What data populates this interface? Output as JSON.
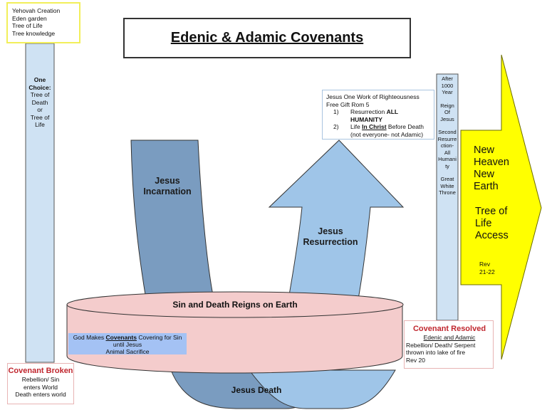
{
  "title": "Edenic & Adamic Covenants",
  "creation_box": {
    "lines": [
      "Yehovah Creation",
      "Eden garden",
      "Tree of Life",
      "Tree knowledge"
    ]
  },
  "left_pillar": {
    "bold_lines": [
      "One",
      "Choice:"
    ],
    "lines": [
      "Tree of",
      "Death",
      "or",
      "Tree of",
      "Life"
    ]
  },
  "covenant_broken": {
    "title": "Covenant Broken",
    "lines": [
      "Rebellion/ Sin",
      "enters World",
      "Death enters world"
    ]
  },
  "cylinder": {
    "label": "Sin and Death Reigns on Earth",
    "covenant_note": {
      "prefix": "God Makes ",
      "bold_underline": "Covenants",
      "suffix": " Covering for Sin",
      "line2": "until Jesus",
      "line3": "Animal Sacrifice"
    }
  },
  "incarnation": {
    "line1": "Jesus",
    "line2": "Incarnation"
  },
  "resurrection": {
    "line1": "Jesus",
    "line2": "Resurrection"
  },
  "death": {
    "label": "Jesus Death"
  },
  "gift_box": {
    "line1": "Jesus One Work of Righteousness",
    "line2": "Free Gift Rom 5",
    "items": [
      {
        "num": "1)",
        "text": "Resurrection ",
        "bold": "ALL",
        "line2": "HUMANITY"
      },
      {
        "num": "2)",
        "pre": "Life ",
        "bold_underline": "In Christ",
        "post": " Before Death",
        "line2": "(not everyone- not Adamic)"
      }
    ]
  },
  "right_pillar": {
    "groups": [
      [
        "After",
        "1000",
        "Year"
      ],
      [
        "Reign",
        "Of",
        "Jesus"
      ],
      [
        "Second",
        "Resurre",
        "ction-",
        "All",
        "Humani",
        "ty"
      ],
      [
        "Great",
        "White",
        "Throne"
      ]
    ]
  },
  "covenant_resolved": {
    "title": "Covenant Resolved",
    "subtitle": "Edenic and Adamic",
    "lines": [
      "Rebellion/ Death/ Serpent",
      "thrown into lake of fire",
      "Rev 20"
    ]
  },
  "yellow_arrow": {
    "group1": [
      "New",
      "Heaven",
      "New",
      "Earth"
    ],
    "group2": [
      "Tree of",
      "Life",
      "Access"
    ],
    "ref": [
      "Rev",
      "21-22"
    ]
  },
  "colors": {
    "pillar": "#cfe2f3",
    "incarnation": "#7a9cc0",
    "resurrection": "#9fc5e8",
    "cylinder": "#f4cccc",
    "yellow": "#ffff00",
    "red_title": "#c0262e",
    "note_bg": "#a4c2f4"
  }
}
